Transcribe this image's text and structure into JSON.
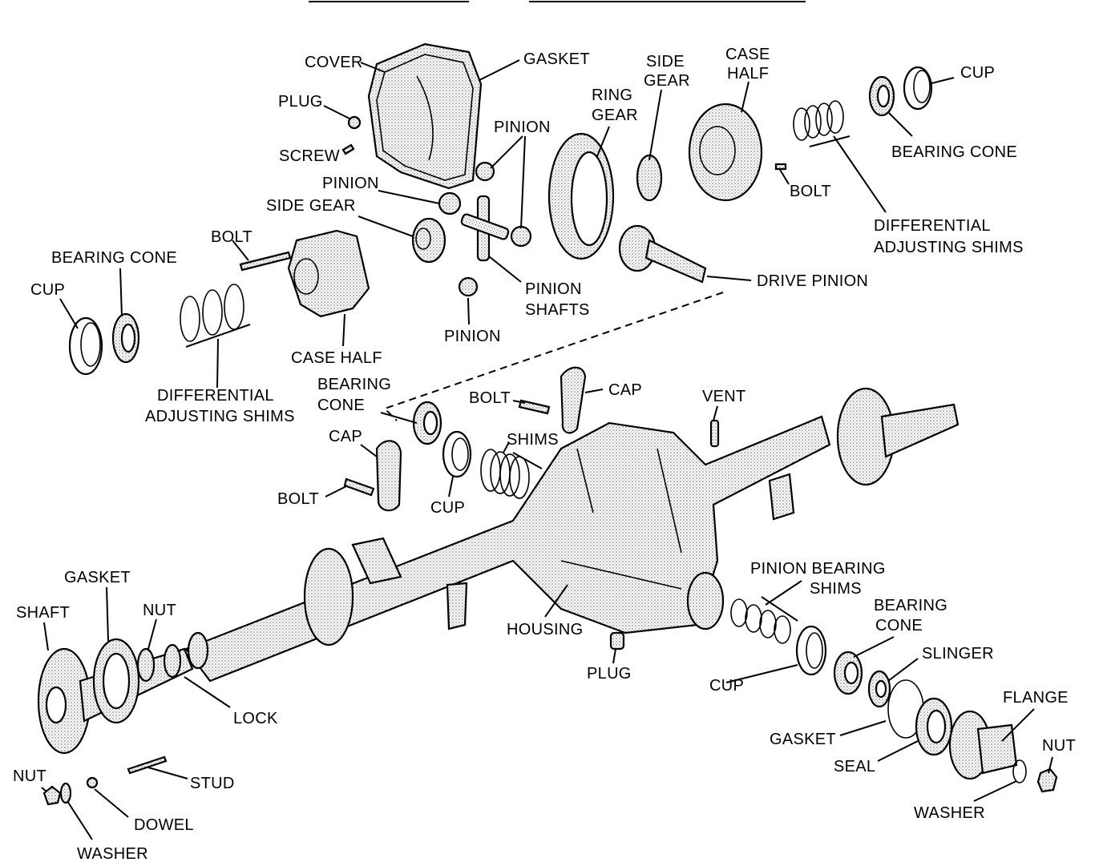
{
  "labels": {
    "cover": "COVER",
    "gasket_top": "GASKET",
    "plug_top": "PLUG",
    "screw": "SCREW",
    "pinion_top": "PINION",
    "pinion_mid": "PINION",
    "side_gear_left_1": "SIDE GEAR",
    "ring_gear_1": "RING",
    "ring_gear_2": "GEAR",
    "side_gear_right_1": "SIDE",
    "side_gear_right_2": "GEAR",
    "case_half_top_1": "CASE",
    "case_half_top_2": "HALF",
    "cup_top_right": "CUP",
    "bearing_cone_top_right": "BEARING CONE",
    "bolt_top_right": "BOLT",
    "diff_shims_right_1": "DIFFERENTIAL",
    "diff_shims_right_2": "ADJUSTING SHIMS",
    "drive_pinion": "DRIVE PINION",
    "bolt_left": "BOLT",
    "bearing_cone_left": "BEARING CONE",
    "cup_left": "CUP",
    "case_half_left": "CASE HALF",
    "pinion_shafts_1": "PINION",
    "pinion_shafts_2": "SHAFTS",
    "pinion_bottom": "PINION",
    "diff_shims_left_1": "DIFFERENTIAL",
    "diff_shims_left_2": "ADJUSTING SHIMS",
    "bearing_cone_mid_1": "BEARING",
    "bearing_cone_mid_2": "CONE",
    "bolt_mid_upper": "BOLT",
    "cap_upper": "CAP",
    "vent": "VENT",
    "cap_lower": "CAP",
    "shims": "SHIMS",
    "bolt_mid_lower": "BOLT",
    "cup_mid": "CUP",
    "gasket_left": "GASKET",
    "shaft": "SHAFT",
    "nut_left": "NUT",
    "lock": "LOCK",
    "housing": "HOUSING",
    "plug_bottom": "PLUG",
    "pinion_bearing_shims_1": "PINION BEARING",
    "pinion_bearing_shims_2": "SHIMS",
    "bearing_cone_bottom_1": "BEARING",
    "bearing_cone_bottom_2": "CONE",
    "slinger": "SLINGER",
    "cup_bottom": "CUP",
    "flange": "FLANGE",
    "gasket_bottom": "GASKET",
    "seal": "SEAL",
    "nut_bottom_right": "NUT",
    "washer_bottom_right": "WASHER",
    "stud": "STUD",
    "nut_bottom_left": "NUT",
    "dowel": "DOWEL",
    "washer_bottom_left": "WASHER"
  },
  "colors": {
    "ink": "#000000",
    "paper": "#ffffff",
    "stipple": "#9a9a9a"
  }
}
